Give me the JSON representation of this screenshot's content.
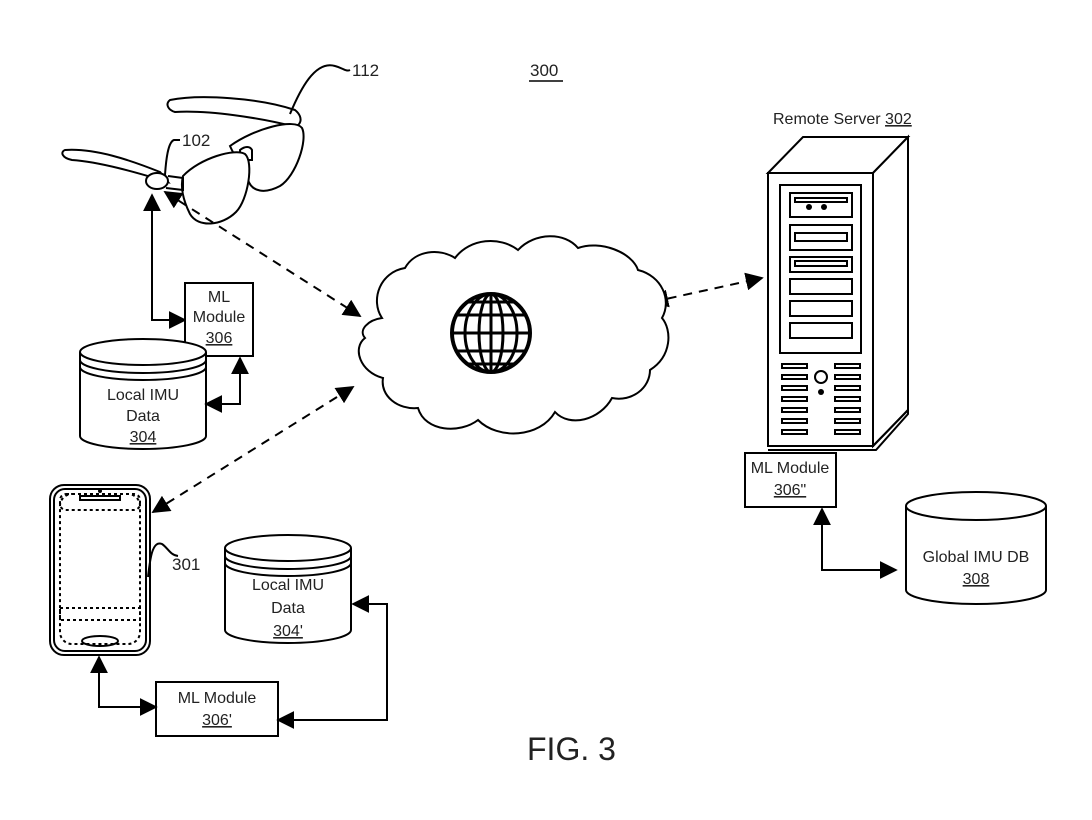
{
  "figure": {
    "ref": "300",
    "caption": "FIG. 3"
  },
  "glasses": {
    "frame_ref": "112",
    "sensor_ref": "102"
  },
  "ml_module_glasses": {
    "line1": "ML",
    "line2": "Module",
    "ref": "306"
  },
  "local_imu_glasses": {
    "line1": "Local IMU",
    "line2": "Data",
    "ref": "304"
  },
  "phone": {
    "ref": "301"
  },
  "local_imu_phone": {
    "line1": "Local IMU",
    "line2": "Data",
    "ref": "304'"
  },
  "ml_module_phone": {
    "label": "ML Module",
    "ref": "306'"
  },
  "remote_server": {
    "label": "Remote Server",
    "ref": "302"
  },
  "ml_module_server": {
    "label": "ML Module",
    "ref": "306\""
  },
  "global_db": {
    "label": "Global IMU DB",
    "ref": "308"
  },
  "network": {
    "icon": "globe-icon"
  }
}
